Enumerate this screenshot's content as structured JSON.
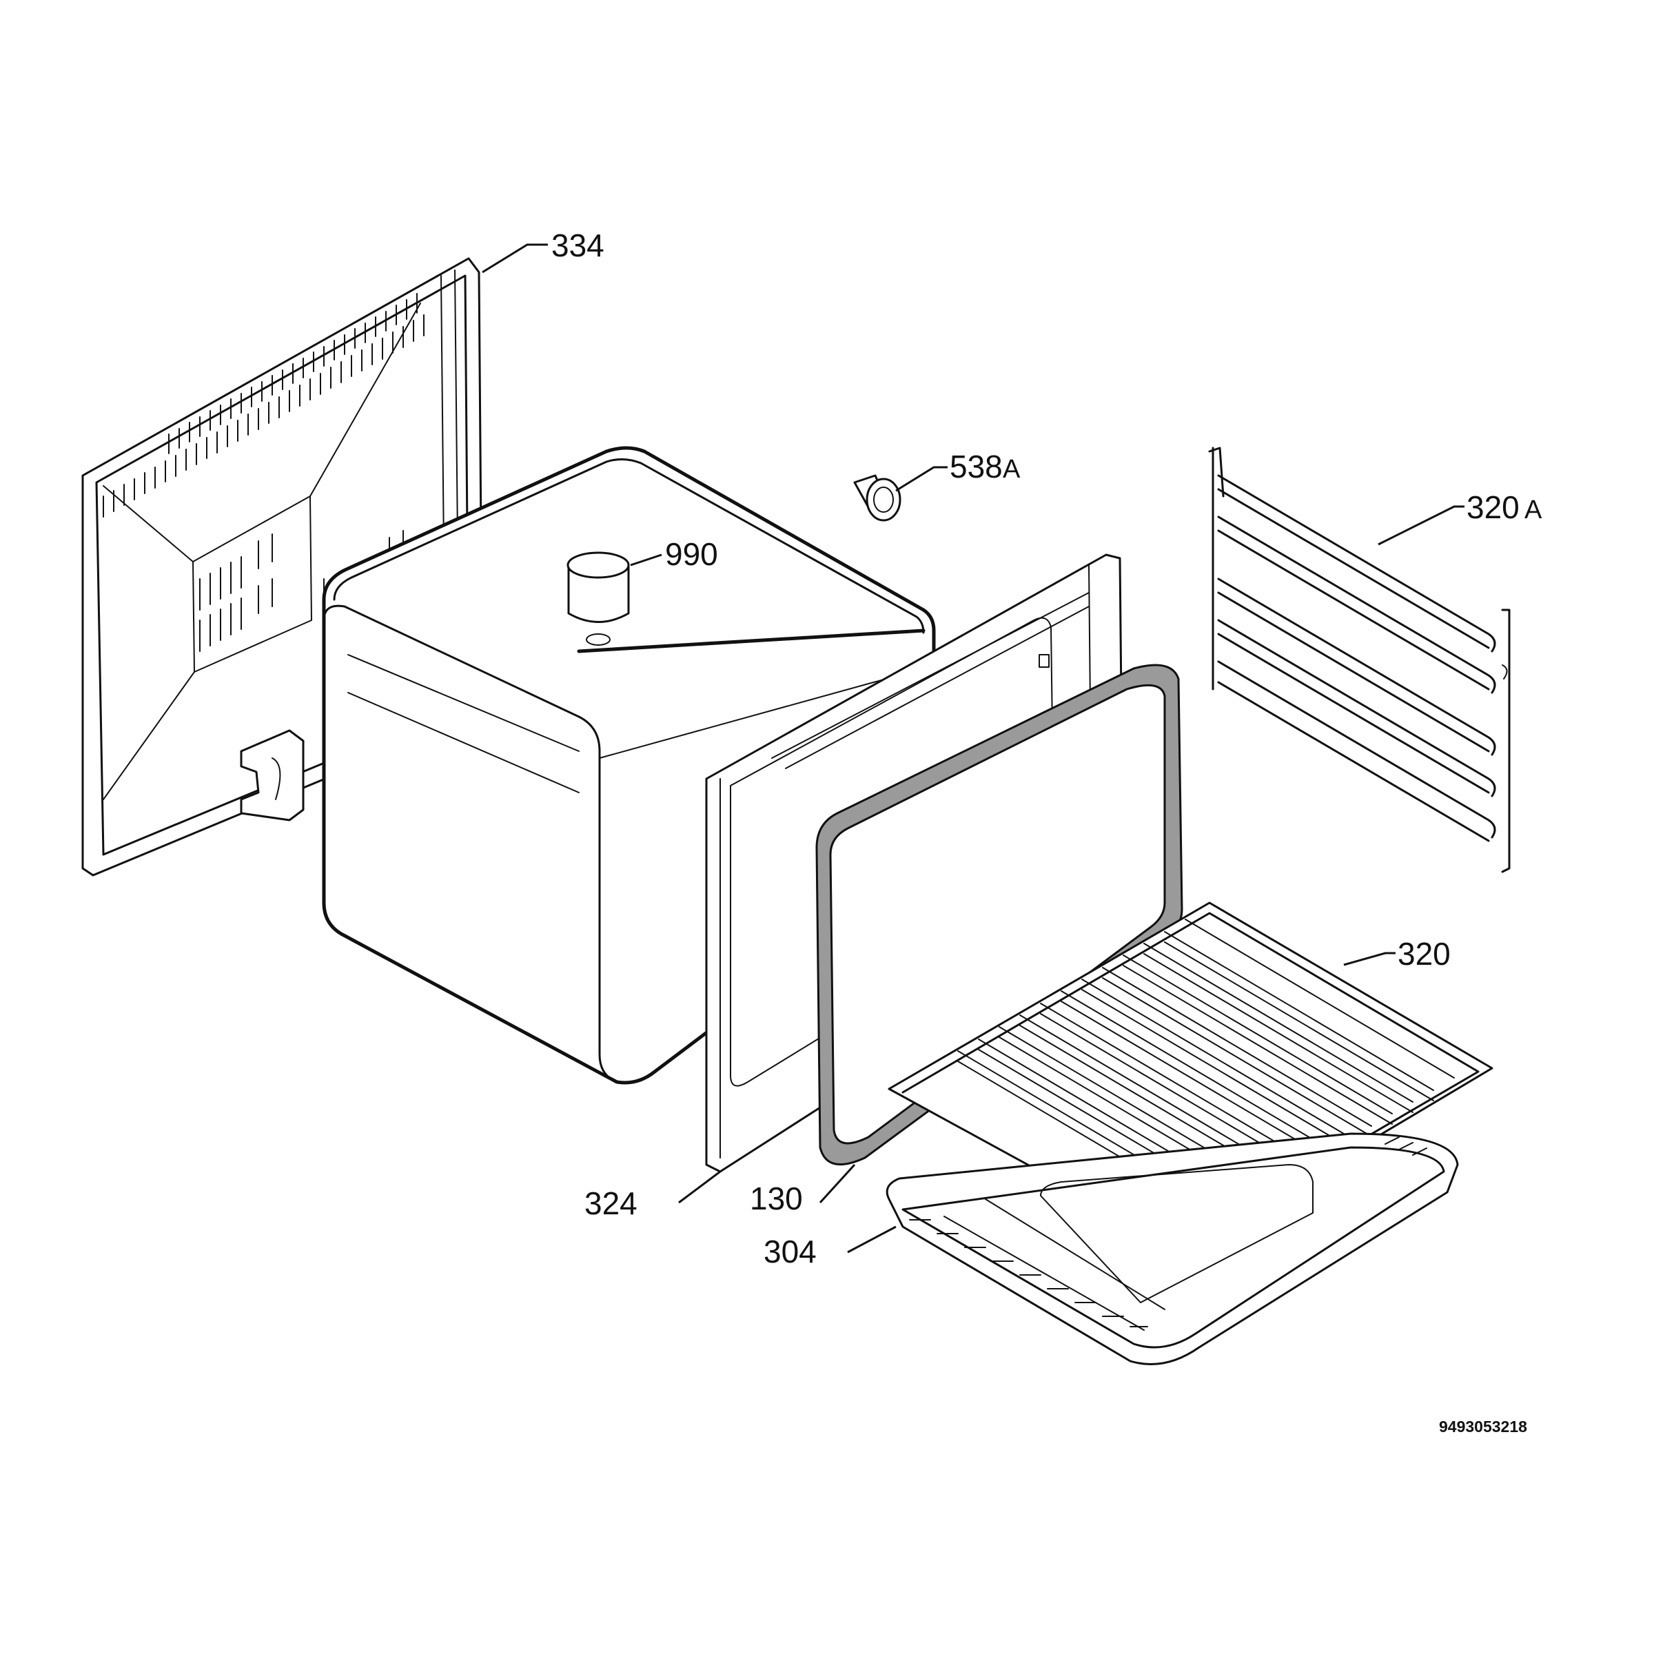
{
  "callouts": {
    "c334": "334",
    "c538a": "538",
    "c538a_suffix": "A",
    "c990": "990",
    "c320a": "320",
    "c320a_suffix": "A",
    "c320": "320",
    "c324": "324",
    "c130": "130",
    "c304": "304"
  },
  "document_number": "9493053218",
  "colors": {
    "line": "#111111",
    "background": "#ffffff",
    "seal_shading": "#9a9a9a"
  }
}
